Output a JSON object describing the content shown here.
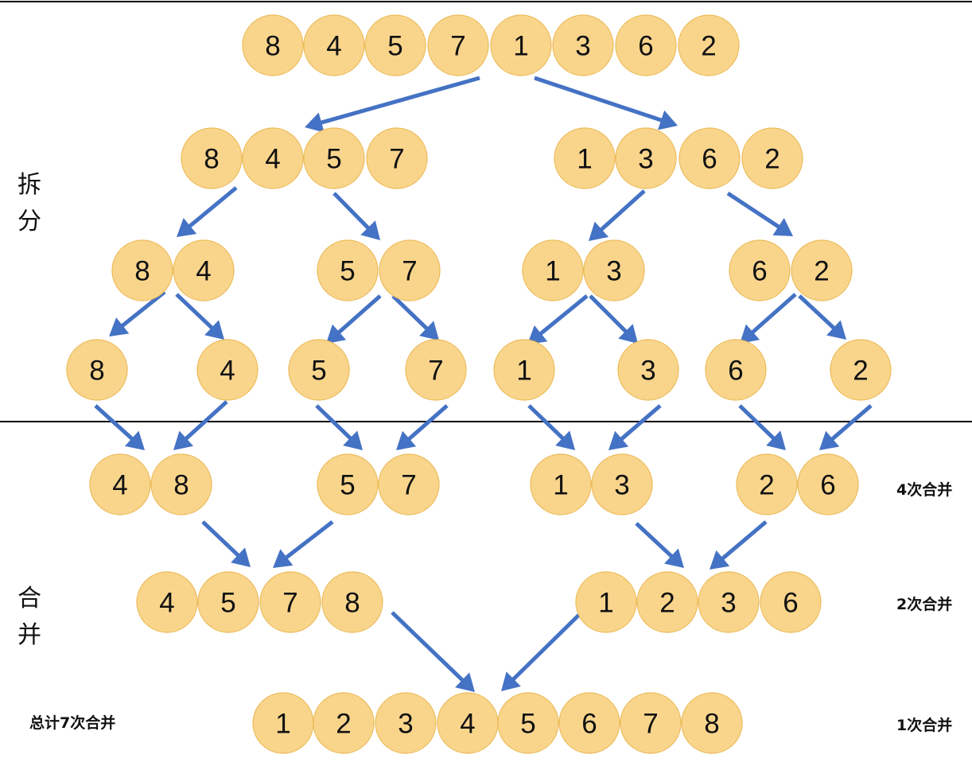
{
  "sections": {
    "split_label": [
      "拆",
      "分"
    ],
    "merge_label": [
      "合",
      "并"
    ]
  },
  "annotations": {
    "merge_4": "4次合并",
    "merge_2": "2次合并",
    "merge_1": "1次合并",
    "total": "总计7次合并"
  },
  "colors": {
    "ball_fill": "#f9d58c",
    "ball_stroke": "#ecbb59",
    "arrow": "#4472c4",
    "divider": "#000000"
  },
  "levels": [
    {
      "id": "split-0",
      "groups": [
        [
          8,
          4,
          5,
          7,
          1,
          3,
          6,
          2
        ]
      ]
    },
    {
      "id": "split-1",
      "groups": [
        [
          8,
          4,
          5,
          7
        ],
        [
          1,
          3,
          6,
          2
        ]
      ]
    },
    {
      "id": "split-2",
      "groups": [
        [
          8,
          4
        ],
        [
          5,
          7
        ],
        [
          1,
          3
        ],
        [
          6,
          2
        ]
      ]
    },
    {
      "id": "split-3",
      "groups": [
        [
          8
        ],
        [
          4
        ],
        [
          5
        ],
        [
          7
        ],
        [
          1
        ],
        [
          3
        ],
        [
          6
        ],
        [
          2
        ]
      ]
    },
    {
      "id": "merge-1",
      "groups": [
        [
          4,
          8
        ],
        [
          5,
          7
        ],
        [
          1,
          3
        ],
        [
          2,
          6
        ]
      ]
    },
    {
      "id": "merge-2",
      "groups": [
        [
          4,
          5,
          7,
          8
        ],
        [
          1,
          2,
          3,
          6
        ]
      ]
    },
    {
      "id": "merge-3",
      "groups": [
        [
          1,
          2,
          3,
          4,
          5,
          6,
          7,
          8
        ]
      ]
    }
  ]
}
